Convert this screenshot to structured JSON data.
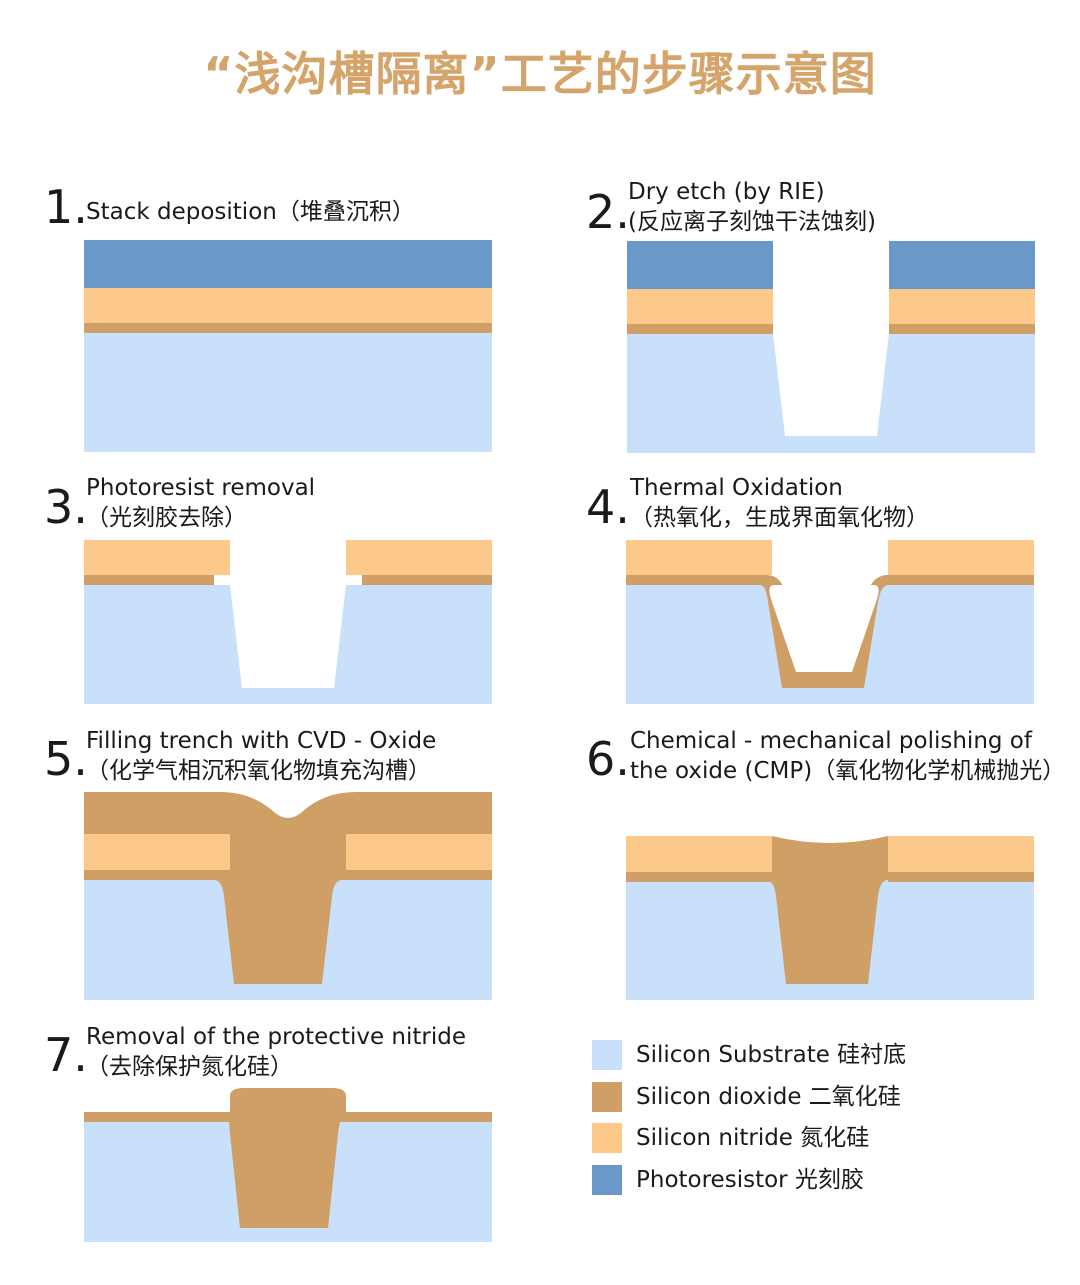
{
  "title": "“浅沟槽隔离”工艺的步骤示意图",
  "colors": {
    "substrate": "#c9e0fb",
    "oxide": "#cf9f66",
    "nitride": "#fcc98a",
    "photoresist": "#6a98c8",
    "title": "#d4a46a"
  },
  "steps": [
    {
      "number": "1.",
      "line1": "Stack deposition（堆叠沉积）",
      "line2": ""
    },
    {
      "number": "2.",
      "line1": "Dry etch (by RIE)",
      "line2": "(反应离子刻蚀干法蚀刻)"
    },
    {
      "number": "3.",
      "line1": "Photoresist removal",
      "line2": "（光刻胶去除）"
    },
    {
      "number": "4.",
      "line1": "Thermal Oxidation",
      "line2": "（热氧化，生成界面氧化物）"
    },
    {
      "number": "5.",
      "line1": "Filling trench with CVD - Oxide",
      "line2": "（化学气相沉积氧化物填充沟槽）"
    },
    {
      "number": "6.",
      "line1": "Chemical - mechanical polishing of",
      "line2": " the oxide (CMP)（氧化物化学机械抛光）"
    },
    {
      "number": "7.",
      "line1": "Removal of the protective nitride",
      "line2": "（去除保护氮化硅）"
    }
  ],
  "legend": [
    {
      "label": "Silicon Substrate 硅衬底",
      "color": "#c9e0fb"
    },
    {
      "label": "Silicon dioxide 二氧化硅",
      "color": "#cf9f66"
    },
    {
      "label": "Silicon nitride 氮化硅",
      "color": "#fcc98a"
    },
    {
      "label": "Photoresistor 光刻胶",
      "color": "#6a98c8"
    }
  ]
}
